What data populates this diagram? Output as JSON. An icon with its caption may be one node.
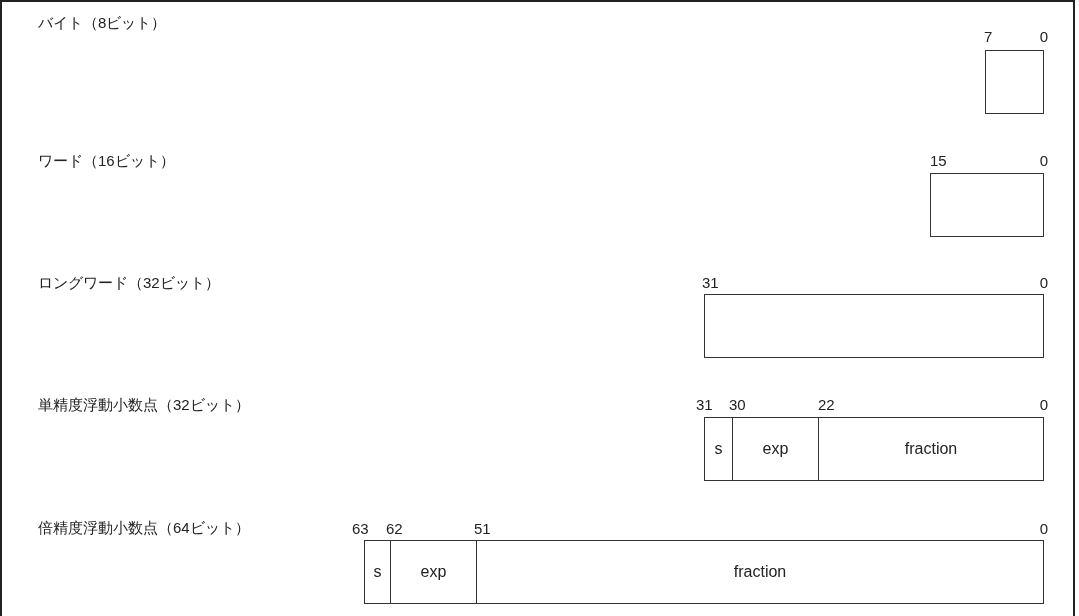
{
  "diagram": {
    "nodes": [
      {
        "text": [],
        "shape": "box"
      },
      {
        "text": [],
        "shape": "box"
      },
      {
        "text": [],
        "shape": "box"
      },
      {
        "text": [
          "s"
        ]
      },
      {
        "text": [
          "exp"
        ]
      },
      {
        "text": [
          "fraction"
        ]
      },
      {
        "text": [
          "s"
        ]
      },
      {
        "text": [
          "exp"
        ]
      },
      {
        "text": [
          "fraction"
        ]
      }
    ],
    "labels": [
      "バイト（8ビット）",
      "7",
      "0",
      "ワード（16ビット）",
      "15",
      "0",
      "ロングワード（32ビット）",
      "31",
      "0",
      "単精度浮動小数点（32ビット）",
      "31",
      "30",
      "22",
      "0",
      "倍精度浮動小数点（64ビット）",
      "63",
      "62",
      "51",
      "0"
    ]
  }
}
